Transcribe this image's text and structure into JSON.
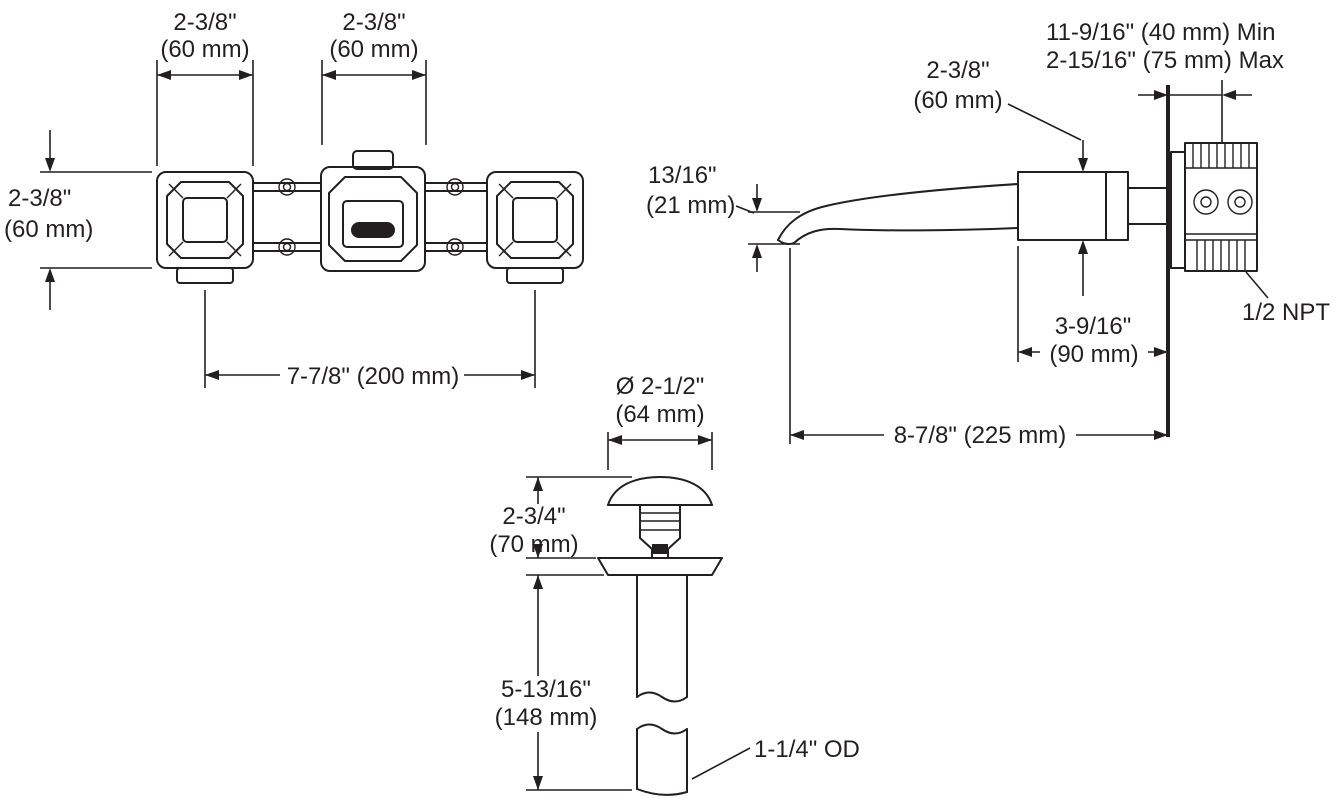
{
  "colors": {
    "line": "#231f20",
    "background": "#ffffff"
  },
  "front_view": {
    "dim_handle_width": {
      "l1": "2-3/8\"",
      "l2": "(60 mm)"
    },
    "dim_spout_width": {
      "l1": "2-3/8\"",
      "l2": "(60 mm)"
    },
    "dim_handle_height": {
      "l1": "2-3/8\"",
      "l2": "(60 mm)"
    },
    "dim_handle_spread": "7-7/8\" (200 mm)"
  },
  "side_view": {
    "dim_spout_tip": {
      "l1": "13/16\"",
      "l2": "(21 mm)"
    },
    "dim_body_height": {
      "l1": "2-3/8\"",
      "l2": "(60 mm)"
    },
    "dim_wall_min": "11-9/16\" (40 mm) Min",
    "dim_wall_max": "2-15/16\" (75 mm) Max",
    "dim_valve_depth": {
      "l1": "3-9/16\"",
      "l2": "(90 mm)"
    },
    "dim_spout_reach": "8-7/8\" (225 mm)",
    "connection_label": "1/2 NPT"
  },
  "drain_view": {
    "dim_diameter": {
      "l1": "Ø 2-1/2\"",
      "l2": "(64 mm)"
    },
    "dim_cap_height": {
      "l1": "2-3/4\"",
      "l2": "(70 mm)"
    },
    "dim_tailpiece_length": {
      "l1": "5-13/16\"",
      "l2": "(148 mm)"
    },
    "od_label": "1-1/4\" OD"
  }
}
